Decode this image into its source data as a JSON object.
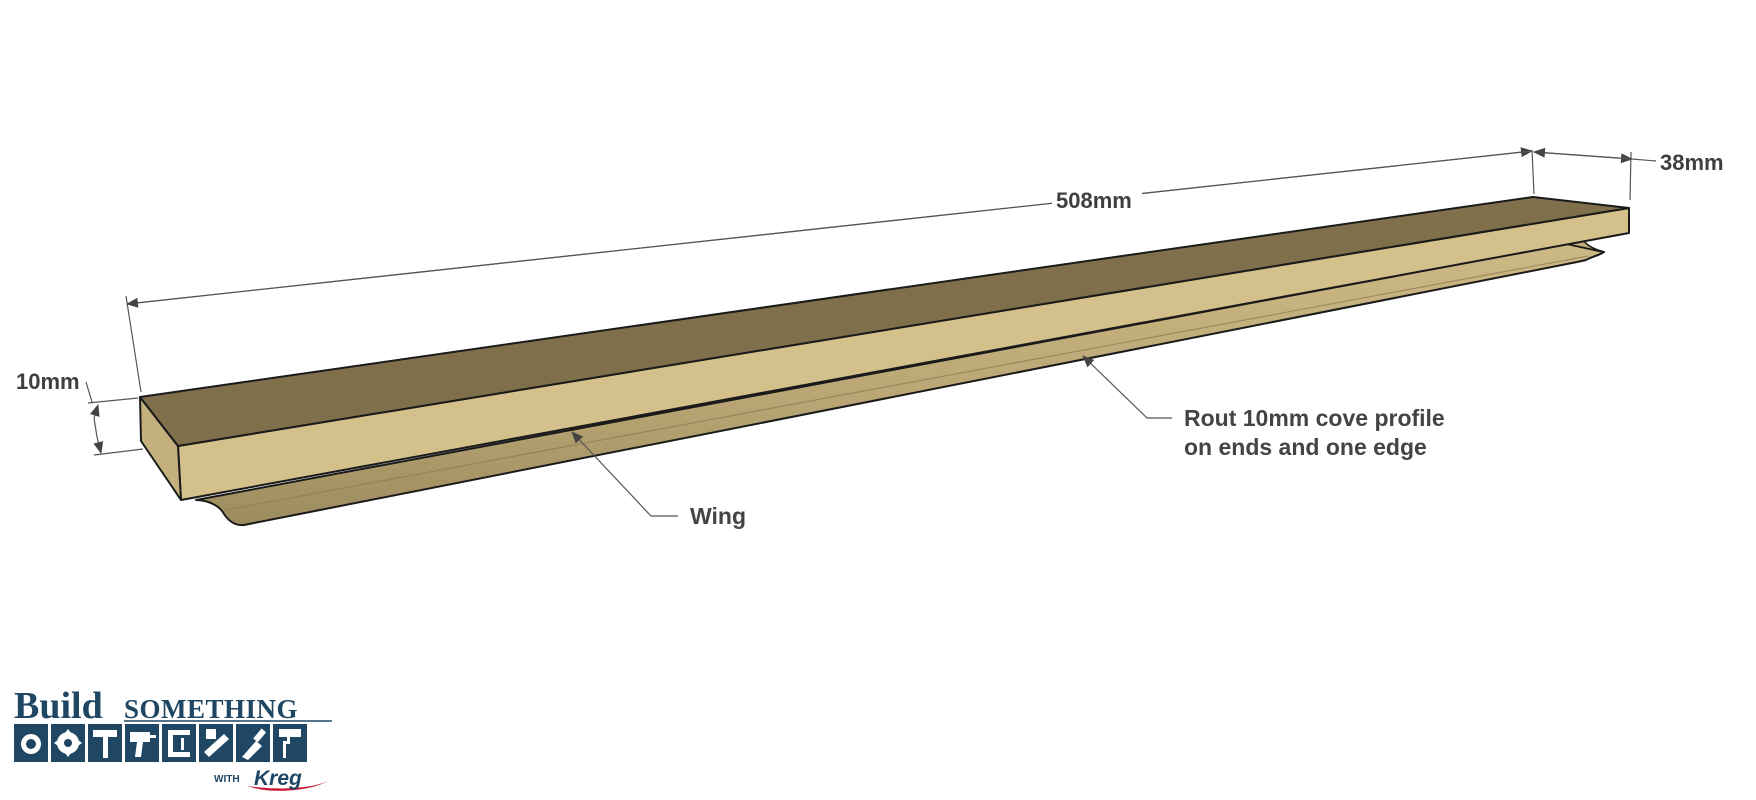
{
  "colors": {
    "top_face": "#7f704b",
    "front_face": "#d4c08a",
    "wing_light": "#cdb985",
    "wing_mid": "#b9a674",
    "wing_shadow": "#9c8b5e",
    "outline": "#1a1a1a",
    "dimension_line": "#555555",
    "label_text": "#444444",
    "logo_blue": "#1f4663",
    "logo_red": "#c8102e"
  },
  "dimensions": {
    "length": "508mm",
    "depth": "38mm",
    "thickness": "10mm"
  },
  "callouts": {
    "wing": "Wing",
    "cove_line1": "Rout 10mm cove profile",
    "cove_line2": "on ends and one edge"
  },
  "logo": {
    "build": "Build",
    "something": "SOMETHING",
    "with": "WITH",
    "brand": "Kreg",
    "tool_icons": [
      "tape-measure-icon",
      "saw-blade-icon",
      "hammer-icon",
      "drill-icon",
      "clamp-icon",
      "sander-icon",
      "paint-brush-icon",
      "paint-roller-icon"
    ]
  }
}
